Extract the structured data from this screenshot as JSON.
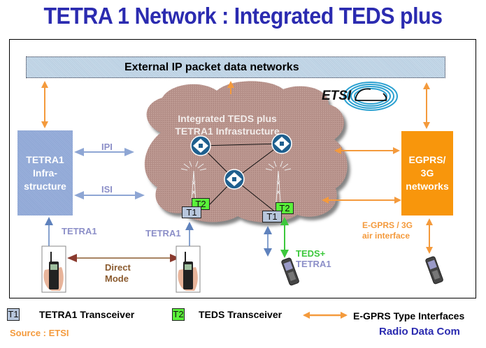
{
  "title": "TETRA 1 Network : Integrated TEDS plus",
  "external_network": {
    "label": "External IP packet data networks"
  },
  "etsi_logo": {
    "text": "ETSI"
  },
  "cloud": {
    "line1": "Integrated TEDS plus",
    "line2": "TETRA1 Infrastructure"
  },
  "tetra1_infra": {
    "line1": "TETRA1",
    "line2": "Infra-",
    "line3": "structure"
  },
  "egprs_box": {
    "line1": "EGPRS/",
    "line2": "3G",
    "line3": "networks"
  },
  "interfaces": {
    "ipi": "IPI",
    "isi": "ISI"
  },
  "link_labels": {
    "tetra1_left": "TETRA1",
    "tetra1_mid": "TETRA1",
    "direct_mode_1": "Direct",
    "direct_mode_2": "Mode",
    "teds_plus": "TEDS+",
    "teds_tetra1": "TETRA1",
    "egprs_air_1": "E-GPRS / 3G",
    "egprs_air_2": "air interface"
  },
  "transceivers": {
    "t1": "T1",
    "t2": "T2"
  },
  "legend": {
    "t1_tag": "T1",
    "t1_label": "TETRA1 Transceiver",
    "t2_tag": "T2",
    "t2_label": "TEDS Transceiver",
    "arrow_label": "E-GPRS Type Interfaces"
  },
  "source": "Source : ETSI",
  "brand": "Radio Data Com",
  "colors": {
    "title": "#2b2bb0",
    "orange": "#f49a3c",
    "egprs_box": "#f8960c",
    "tetra_blue": "#6f8fc4",
    "teds_green": "#3cc83c",
    "direct_mode": "#8a5a2e",
    "cloud": "#b8938c",
    "t1_fill": "#b7c6dc",
    "t2_fill": "#5af23a"
  }
}
